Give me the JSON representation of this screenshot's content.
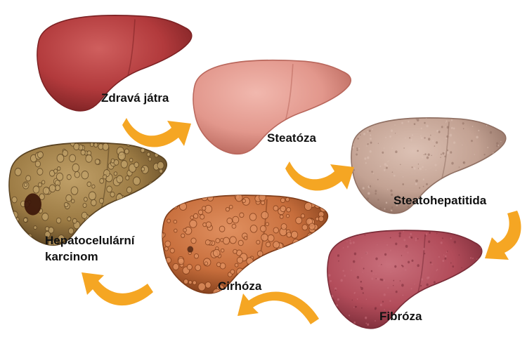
{
  "stages": [
    {
      "id": "healthy",
      "label_lines": [
        "Zdravá játra"
      ],
      "color": "#b23a3c",
      "highlight": "#cf5f5e",
      "shadow": "#7d2224",
      "texture": "none"
    },
    {
      "id": "steatosis",
      "label_lines": [
        "Steatóza"
      ],
      "color": "#e2978c",
      "highlight": "#f1b8ae",
      "shadow": "#b9675c",
      "texture": "none"
    },
    {
      "id": "steatohepatitis",
      "label_lines": [
        "Steatohepatitida"
      ],
      "color": "#c3a293",
      "highlight": "#dcc1b4",
      "shadow": "#8f6f62",
      "texture": "speckle"
    },
    {
      "id": "fibrosis",
      "label_lines": [
        "Fibróza"
      ],
      "color": "#b24c5a",
      "highlight": "#c9707c",
      "shadow": "#7a2c38",
      "texture": "speckle"
    },
    {
      "id": "cirrhosis",
      "label_lines": [
        "Cirhóza"
      ],
      "color": "#c76e3c",
      "highlight": "#e09060",
      "shadow": "#7f3d1a",
      "texture": "nodules"
    },
    {
      "id": "carcinoma",
      "label_lines": [
        "Hepatocelulární",
        "karcinom"
      ],
      "color": "#9c7b44",
      "highlight": "#c0a068",
      "shadow": "#5a4322",
      "texture": "nodules"
    }
  ],
  "arrow_color": "#f5a623"
}
